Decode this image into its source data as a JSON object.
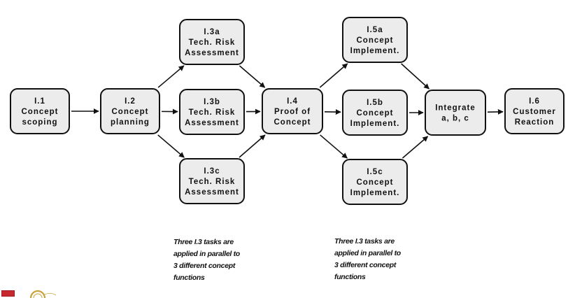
{
  "diagram": {
    "nodes": [
      {
        "id": "n-1-1",
        "lines": [
          "I.1",
          "Concept",
          "scoping"
        ]
      },
      {
        "id": "n-1-2",
        "lines": [
          "I.2",
          "Concept",
          "planning"
        ]
      },
      {
        "id": "n-1-3a",
        "lines": [
          "I.3a",
          "Tech. Risk",
          "Assessment"
        ]
      },
      {
        "id": "n-1-3b",
        "lines": [
          "I.3b",
          "Tech. Risk",
          "Assessment"
        ]
      },
      {
        "id": "n-1-3c",
        "lines": [
          "I.3c",
          "Tech. Risk",
          "Assessment"
        ]
      },
      {
        "id": "n-1-4",
        "lines": [
          "I.4",
          "Proof of",
          "Concept"
        ]
      },
      {
        "id": "n-1-5a",
        "lines": [
          "I.5a",
          "Concept",
          "Implement."
        ]
      },
      {
        "id": "n-1-5b",
        "lines": [
          "I.5b",
          "Concept",
          "Implement."
        ]
      },
      {
        "id": "n-1-5c",
        "lines": [
          "I.5c",
          "Concept",
          "Implement."
        ]
      },
      {
        "id": "n-integrate",
        "lines": [
          "Integrate",
          "a, b, c"
        ]
      },
      {
        "id": "n-1-6",
        "lines": [
          "I.6",
          "Customer",
          "Reaction"
        ]
      }
    ],
    "edges": [
      [
        "n-1-1",
        "n-1-2"
      ],
      [
        "n-1-2",
        "n-1-3a"
      ],
      [
        "n-1-2",
        "n-1-3b"
      ],
      [
        "n-1-2",
        "n-1-3c"
      ],
      [
        "n-1-3a",
        "n-1-4"
      ],
      [
        "n-1-3b",
        "n-1-4"
      ],
      [
        "n-1-3c",
        "n-1-4"
      ],
      [
        "n-1-4",
        "n-1-5a"
      ],
      [
        "n-1-4",
        "n-1-5b"
      ],
      [
        "n-1-4",
        "n-1-5c"
      ],
      [
        "n-1-5a",
        "n-integrate"
      ],
      [
        "n-1-5b",
        "n-integrate"
      ],
      [
        "n-1-5c",
        "n-integrate"
      ],
      [
        "n-integrate",
        "n-1-6"
      ]
    ]
  },
  "notes": {
    "left": [
      "Three I.3 tasks are",
      "applied in parallel to",
      "3 different concept",
      "functions"
    ],
    "right": [
      "Three I.3 tasks are",
      "applied in parallel to",
      "3 different concept",
      "functions"
    ]
  },
  "colors": {
    "node_fill": "#ececec",
    "node_stroke": "#111111",
    "edge": "#111111",
    "logo_red": "#c8282e",
    "logo_gold": "#c9a23a"
  },
  "footer": {
    "logo_left": "red-logo",
    "logo_right": "seal-logo"
  }
}
